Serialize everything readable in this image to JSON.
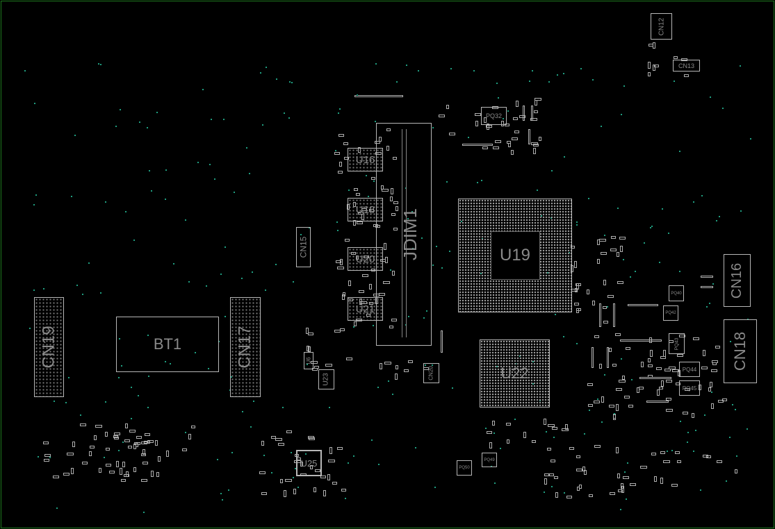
{
  "board": {
    "title": "PCB board view",
    "colors": {
      "outline": "#1f7a1f",
      "part": "#b8b8b8",
      "label": "#8a8a8a",
      "via": "#1f9e80"
    },
    "components": {
      "CN12": "CN12",
      "CN13": "CN13",
      "PQ32": "PQ32",
      "JDIM1": "JDIM1",
      "U16": "U16",
      "U18": "U18",
      "U20": "U20",
      "U21": "U21",
      "CN15": "CN15",
      "U19": "U19",
      "U22": "U22",
      "CN16": "CN16",
      "CN18": "CN18",
      "CN19": "CN19",
      "BT1": "BT1",
      "CN17": "CN17",
      "U25": "U25",
      "U23": "U23",
      "U6": "U6",
      "CN20": "CN20",
      "PQ40": "PQ40",
      "PQ42": "PQ42",
      "PQ43": "PQ43",
      "PQ44": "PQ44",
      "PQ45": "PQ45",
      "PQ49": "PQ49",
      "PQ50": "PQ50"
    }
  }
}
